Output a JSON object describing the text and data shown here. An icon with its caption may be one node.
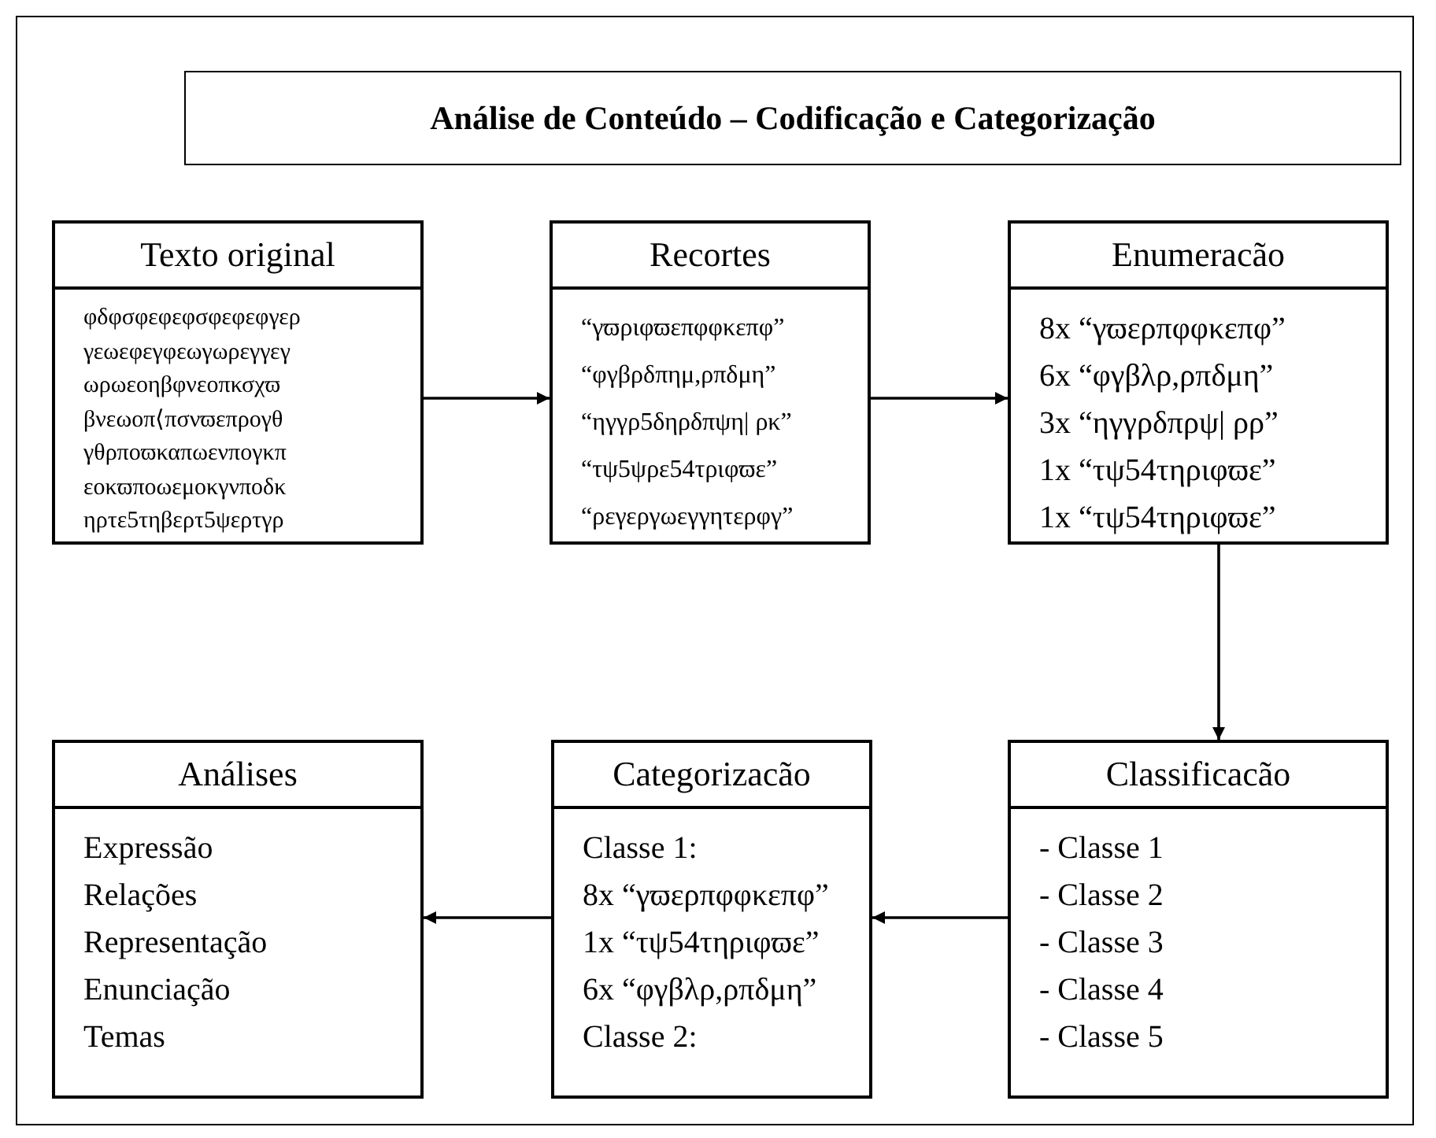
{
  "diagram": {
    "title": "Análise de Conteúdo – Codificação e Categorização",
    "nodes": [
      {
        "text": [
          "Texto original",
          "φδφσφεφεφσφεφεφγερ γεωεφεγφεωγωρεγγεγ ωρωεοηβφνεοπκσχϖ βνεωοπ⟨πσνϖεπρογθ γθρποϖκαπωενπογκπ εοκϖποωεμοκγνποδκ ηρτε5τηβερτ5ψερτγρ"
        ]
      },
      {
        "text": [
          "Recortes",
          "“γϖριφϖεπφφκεπφ”",
          "“φγβρδπημ,ρπδμη”",
          "“ηγγρ5δηρδπψη| ρκ”",
          "“τψ5ψρε54τριφϖε”",
          "“ρεγεργωεγγητερφγ”"
        ]
      },
      {
        "text": [
          "Enumeracão",
          "8x “γϖερπφφκεπφ”",
          "6x “φγβλρ,ρπδμη”",
          "3x “ηγγρδπρψ| ρρ”",
          "1x “τψ54τηριφϖε”",
          "1x “τψ54τηριφϖε”"
        ]
      },
      {
        "text": [
          "Análises",
          "Expressão",
          "Relações",
          "Representação",
          "Enunciação",
          "Temas"
        ]
      },
      {
        "text": [
          "Categorizacão",
          "Classe 1:",
          "8x “γϖερπφφκεπφ”",
          "1x “τψ54τηριφϖε”",
          "6x “φγβλρ,ρπδμη”",
          "Classe 2:"
        ]
      },
      {
        "text": [
          "Classificacão",
          "- Classe 1",
          "- Classe 2",
          "- Classe 3",
          "- Classe 4",
          "- Classe 5"
        ]
      }
    ],
    "edges": [
      {
        "from": 0,
        "to": 1,
        "arrow": "to"
      },
      {
        "from": 1,
        "to": 2,
        "arrow": "to"
      },
      {
        "from": 2,
        "to": 5,
        "arrow": "to"
      },
      {
        "from": 5,
        "to": 4,
        "arrow": "to"
      },
      {
        "from": 4,
        "to": 3,
        "arrow": "to"
      }
    ]
  }
}
